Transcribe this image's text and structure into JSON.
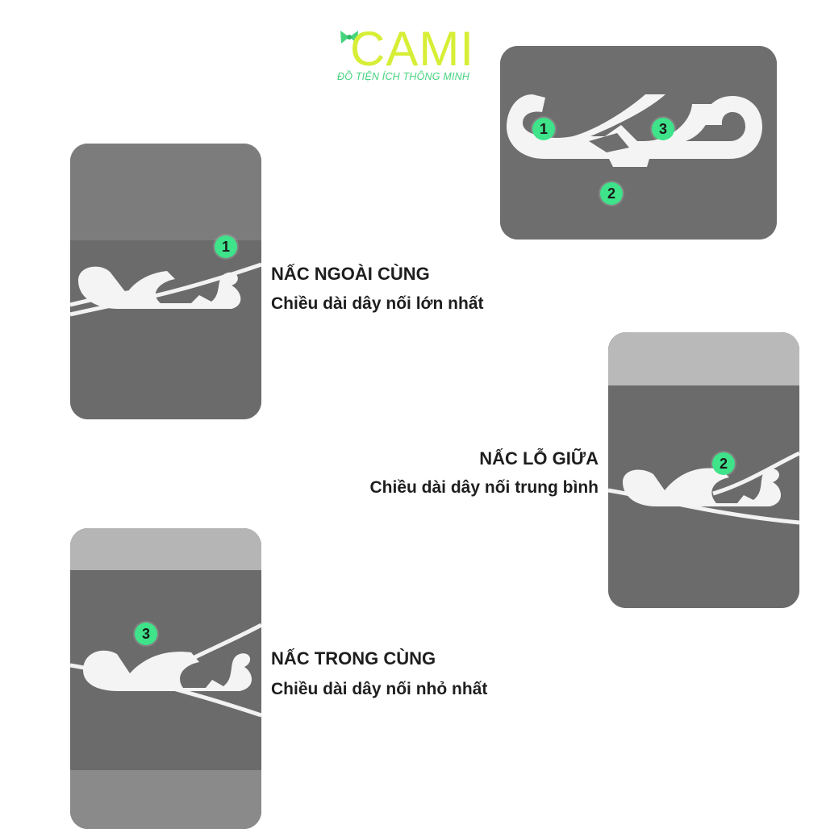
{
  "logo": {
    "word": "CAMI",
    "tagline": "ĐỒ TIỆN ÍCH THÔNG MINH",
    "bow_icon": "bow-icon"
  },
  "diagram": {
    "badges": [
      "1",
      "3",
      "2"
    ]
  },
  "sections": [
    {
      "badge": "1",
      "title": "NẤC NGOÀI CÙNG",
      "subtitle": "Chiều dài dây nối lớn nhất"
    },
    {
      "badge": "2",
      "title": "NẤC LỖ GIỮA",
      "subtitle": "Chiều dài dây nối trung bình"
    },
    {
      "badge": "3",
      "title": "NẤC TRONG CÙNG",
      "subtitle": "Chiều dài dây nối nhỏ nhất"
    }
  ],
  "colors": {
    "logo_yellow": "#d7ee36",
    "logo_green": "#45d47e",
    "badge_green": "#3ee38a",
    "panel_gray": "#6f6f6f"
  }
}
